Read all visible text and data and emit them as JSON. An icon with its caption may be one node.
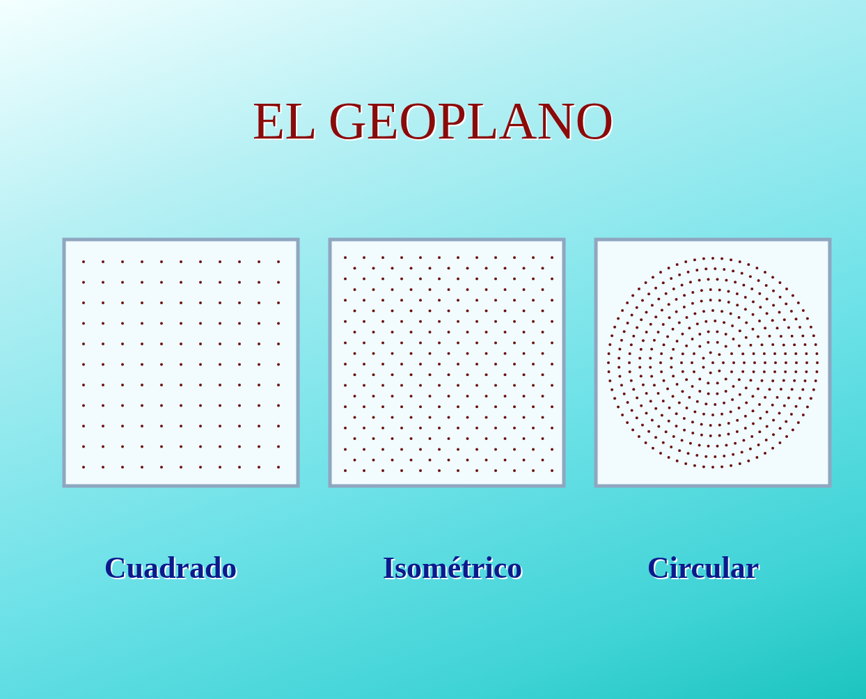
{
  "diagram": {
    "title": "EL GEOPLANO",
    "labels": [
      "Cuadrado",
      "Isométrico",
      "Circular"
    ]
  }
}
